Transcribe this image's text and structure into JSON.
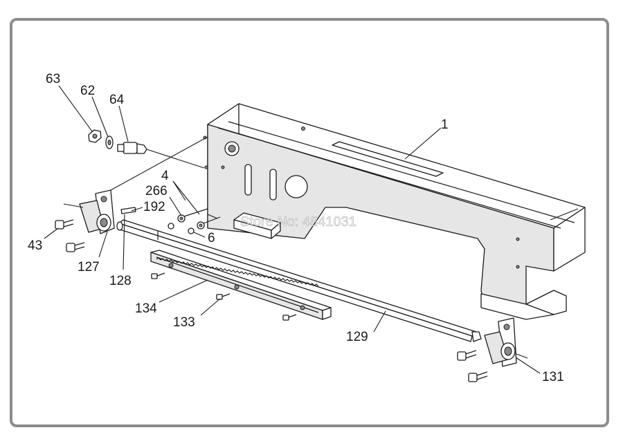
{
  "watermark": "Store No: 4841031",
  "callouts": {
    "c63": "63",
    "c62": "62",
    "c64": "64",
    "c1": "1",
    "c4": "4",
    "c266": "266",
    "c192": "192",
    "c43": "43",
    "c6": "6",
    "c127": "127",
    "c128": "128",
    "c134": "134",
    "c133": "133",
    "c129": "129",
    "c131": "131"
  }
}
